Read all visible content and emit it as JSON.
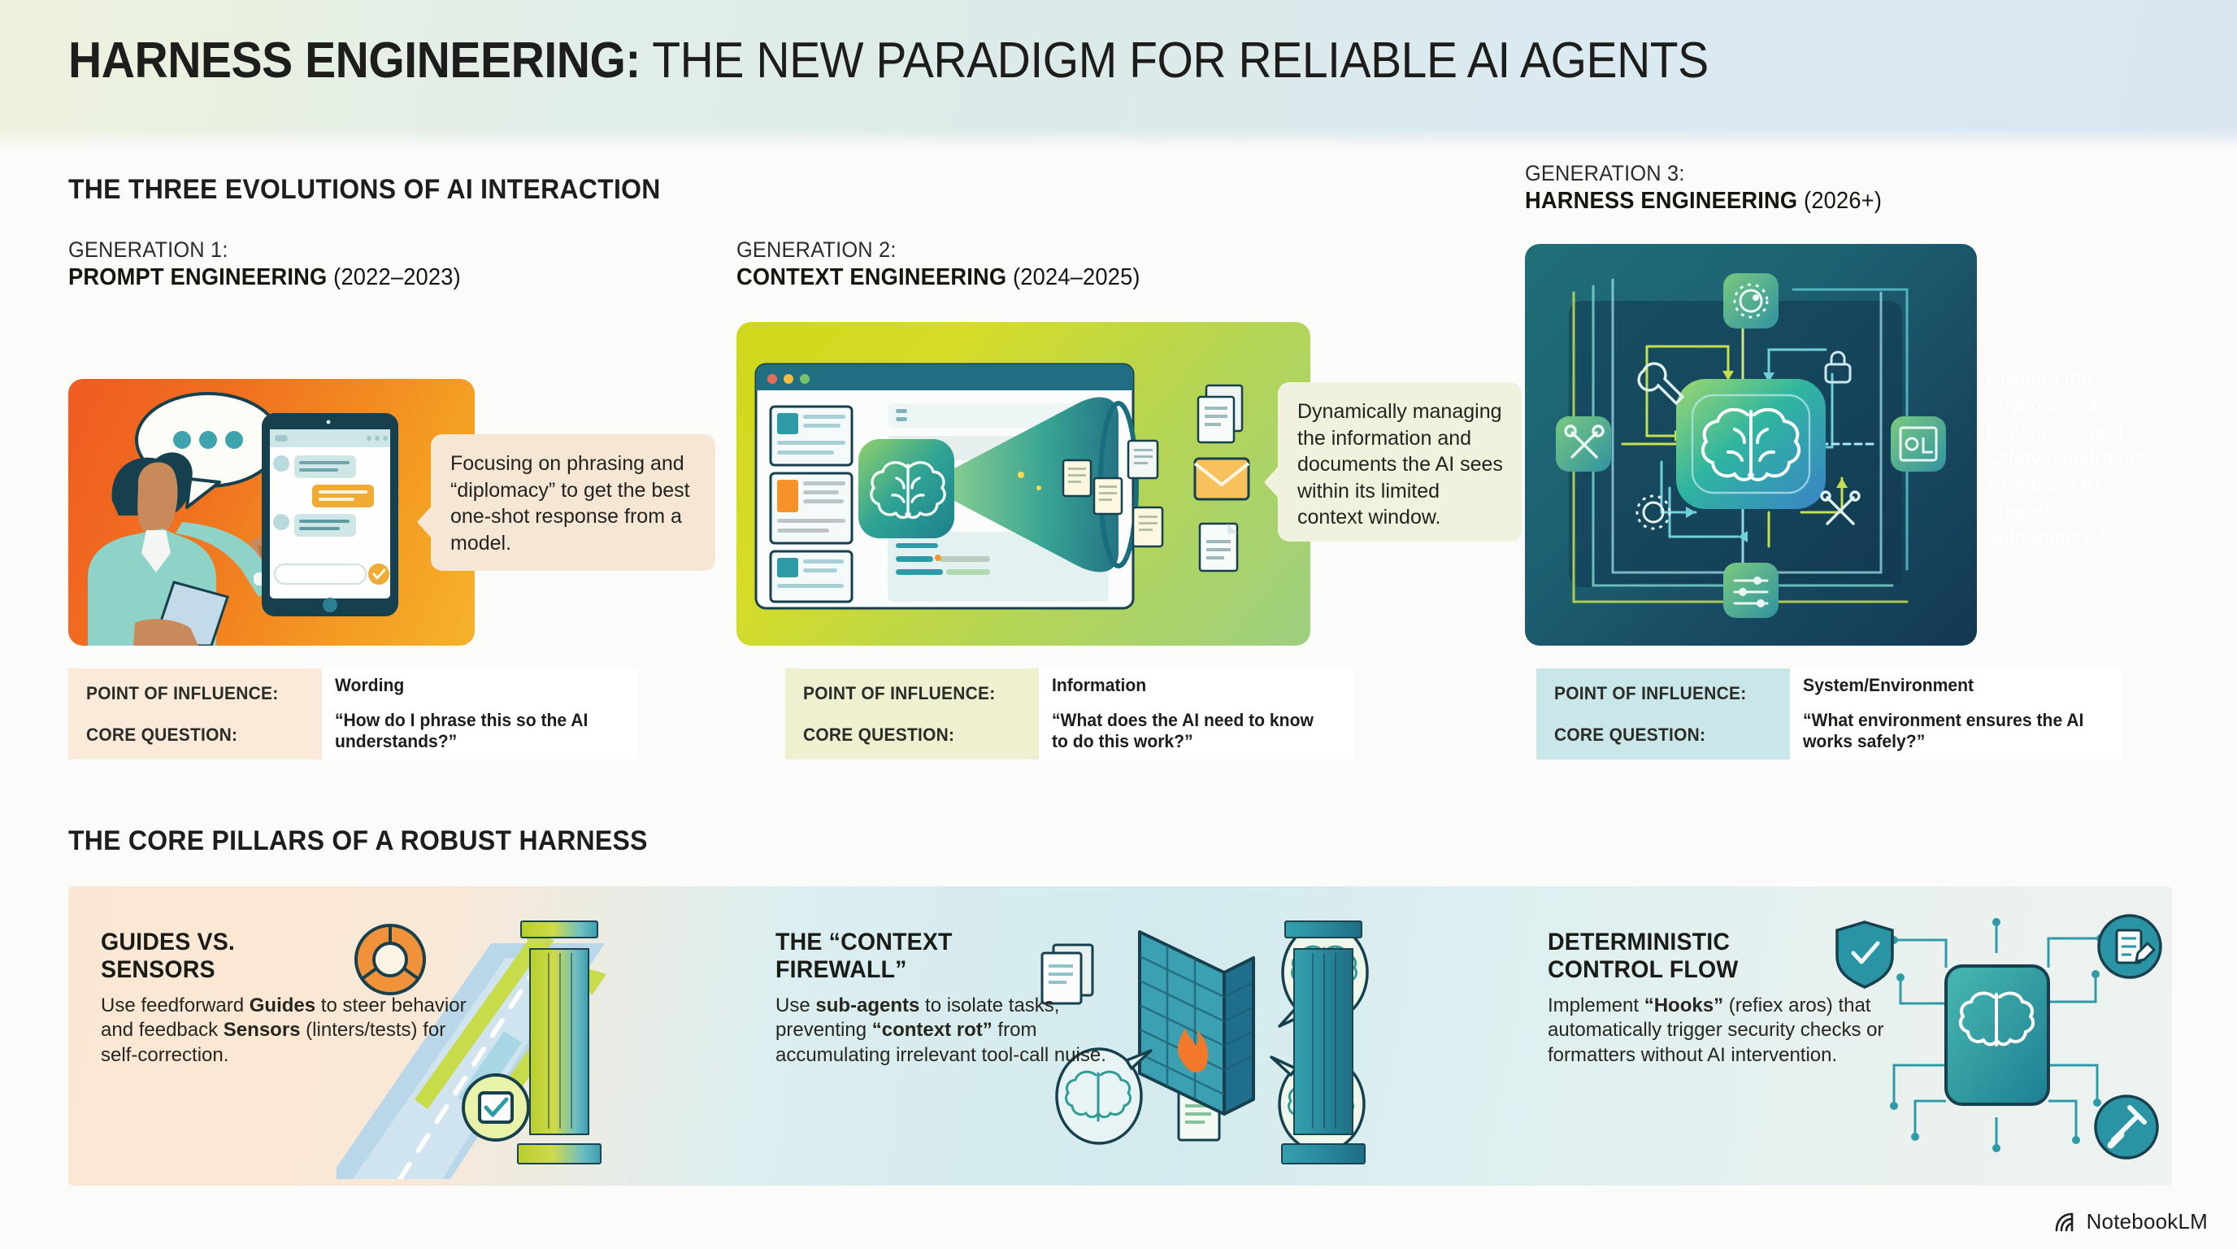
{
  "header": {
    "title_strong": "HARNESS ENGINEERING:",
    "title_light": " THE NEW PARADIGM FOR RELIABLE AI AGENTS"
  },
  "sections": {
    "evolutions_heading": "THE THREE EVOLUTIONS OF AI INTERACTION",
    "pillars_heading": "THE CORE PILLARS OF A ROBUST HARNESS"
  },
  "generations": [
    {
      "kicker": "GENERATION 1:",
      "name": "PROMPT ENGINEERING",
      "years": " (2022–2023)",
      "callout": "Focusing on phrasing and “diplomacy” to get the best one-shot response from a model.",
      "influence_label": "POINT OF INFLUENCE:",
      "question_label": "CORE QUESTION:",
      "influence_value": "Wording",
      "question_value": "“How do I phrase this so the AI understands?”"
    },
    {
      "kicker": "GENERATION 2:",
      "name": "CONTEXT ENGINEERING",
      "years": " (2024–2025)",
      "callout": "Dynamically managing the information and documents the AI sees within its limited context window.",
      "influence_label": "POINT OF INFLUENCE:",
      "question_label": "CORE QUESTION:",
      "influence_value": "Information",
      "question_value": "“What does the AI need to know to do this work?”"
    },
    {
      "kicker": "GENERATION 3:",
      "name": "HARNESS ENGINEERING",
      "years": " (2026+)",
      "callout": "Building the environment, toolchains, and safety constraints where the AI operates autonomously.",
      "influence_label": "POINT OF INFLUENCE:",
      "question_label": "CORE QUESTION:",
      "influence_value": "System/Environment",
      "question_value": "“What environment ensures the AI works safely?”"
    }
  ],
  "pillars": [
    {
      "title_line1": "GUIDES VS.",
      "title_line2": "SENSORS",
      "body_parts": [
        {
          "t": "Use feedforward ",
          "b": false
        },
        {
          "t": "Guides",
          "b": true
        },
        {
          "t": " to steer behavior and feedback ",
          "b": false
        },
        {
          "t": "Sensors",
          "b": true
        },
        {
          "t": " (linters/tests) for self-correction.",
          "b": false
        }
      ]
    },
    {
      "title_line1": "THE “CONTEXT",
      "title_line2": "FIREWALL”",
      "body_parts": [
        {
          "t": "Use ",
          "b": false
        },
        {
          "t": "sub-agents",
          "b": true
        },
        {
          "t": " to isolate tasks, preventing ",
          "b": false
        },
        {
          "t": "“context rot”",
          "b": true
        },
        {
          "t": " from accumulating irrelevant tool-call nuise.",
          "b": false
        }
      ]
    },
    {
      "title_line1": "DETERMINISTIC",
      "title_line2": "CONTROL FLOW",
      "body_parts": [
        {
          "t": "Implement ",
          "b": false
        },
        {
          "t": "“Hooks”",
          "b": true
        },
        {
          "t": " (refiex aros) that automatically trigger security checks or formatters without AI intervention.",
          "b": false
        }
      ]
    }
  ],
  "footer": {
    "brand": "NotebookLM",
    "logo_icon": "notebooklm-spiral-icon"
  },
  "colors": {
    "gen1_accent": "#f0721f",
    "gen2_accent": "#cfd81b",
    "gen3_accent": "#17455e",
    "gen1_fact_bg": "#faead9",
    "gen2_fact_bg": "#eef0cf",
    "gen3_fact_bg": "#c9e6e8",
    "teal": "#2a8a9d",
    "ink": "#1d1d1b"
  }
}
